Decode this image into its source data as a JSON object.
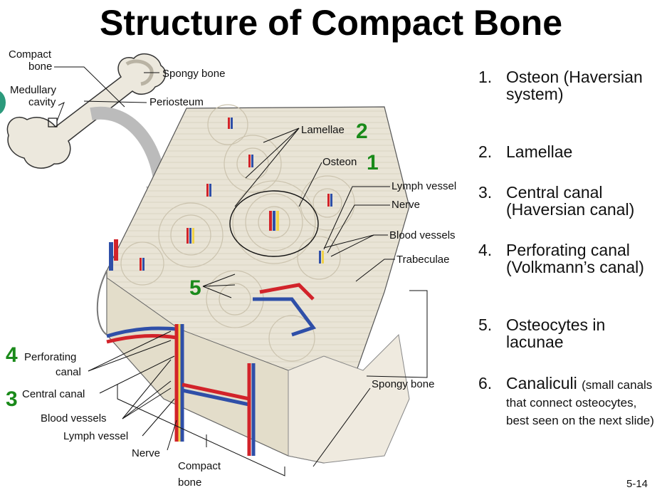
{
  "title": "Structure of Compact Bone",
  "diagram_labels": {
    "compact_bone_top": [
      "Compact",
      "bone"
    ],
    "medullary_cavity": [
      "Medullary",
      "cavity"
    ],
    "spongy_bone_top": "Spongy bone",
    "periosteum": "Periosteum",
    "lamellae": "Lamellae",
    "osteon": "Osteon",
    "lymph_vessel_right": "Lymph vessel",
    "nerve_right": "Nerve",
    "blood_vessels_right": "Blood vessels",
    "trabeculae": "Trabeculae",
    "spongy_bone_right": "Spongy bone",
    "perforating_canal": [
      "Perforating",
      "canal"
    ],
    "central_canal": "Central canal",
    "blood_vessels_left": "Blood vessels",
    "lymph_vessel_left": "Lymph vessel",
    "nerve_bottom": "Nerve",
    "compact_bone_bottom": [
      "Compact",
      "bone"
    ]
  },
  "markers": {
    "lamellae": "2",
    "osteon": "1",
    "osteocytes": "5",
    "perforating": "4",
    "central": "3"
  },
  "legend": [
    {
      "num": "1.",
      "text": "Osteon (Haversian system)"
    },
    {
      "num": "2.",
      "text": "Lamellae"
    },
    {
      "num": "3.",
      "text": "Central canal (Haversian canal)"
    },
    {
      "num": "4.",
      "text": "Perforating canal (Volkmann’s canal)"
    },
    {
      "num": "5.",
      "text": "Osteocytes in lacunae"
    },
    {
      "num": "6.",
      "text": "Canaliculi",
      "small": "(small canals that connect osteocytes, best seen on the next slide)"
    }
  ],
  "page_number": "5-14",
  "colors": {
    "marker_green": "#1a8a1a",
    "artery_red": "#d2232a",
    "vein_blue": "#2f4fa8",
    "lymph_yellow": "#f0d24a",
    "bone_fill": "#e9e4d6"
  }
}
